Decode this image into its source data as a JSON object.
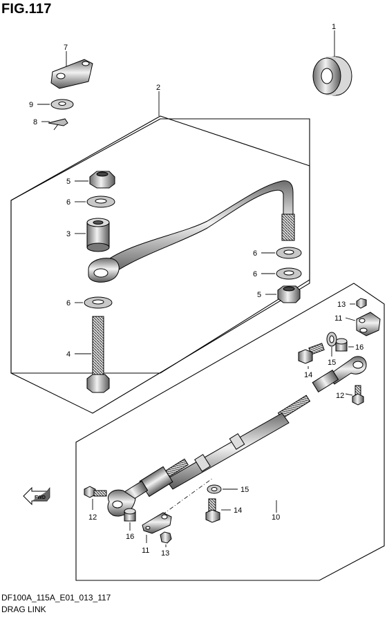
{
  "figure": {
    "title": "FIG.117",
    "code": "DF100A_115A_E01_013_117",
    "name": "DRAG LINK"
  },
  "direction_marker": "FWD",
  "callouts": {
    "c1": "1",
    "c2": "2",
    "c3": "3",
    "c4": "4",
    "c5a": "5",
    "c5b": "5",
    "c6a": "6",
    "c6b": "6",
    "c6c": "6",
    "c6d": "6",
    "c7": "7",
    "c8": "8",
    "c9": "9",
    "c10": "10",
    "c11a": "11",
    "c11b": "11",
    "c12a": "12",
    "c12b": "12",
    "c13a": "13",
    "c13b": "13",
    "c14a": "14",
    "c14b": "14",
    "c15a": "15",
    "c15b": "15",
    "c16a": "16",
    "c16b": "16"
  }
}
